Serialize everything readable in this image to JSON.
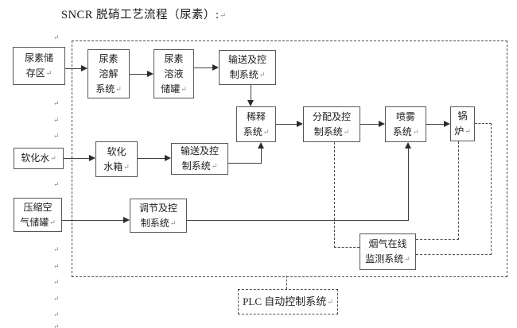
{
  "meta": {
    "return_mark": "↵"
  },
  "title": "SNCR 脱硝工艺流程（尿素）:",
  "diagram": {
    "boxes": {
      "urea_storage": {
        "label": "尿素储存区",
        "lines": [
          "尿素储",
          "存区"
        ]
      },
      "urea_dissolving": {
        "label": "尿素溶解系统",
        "lines": [
          "尿素",
          "溶解",
          "系统"
        ]
      },
      "urea_solution_tank": {
        "label": "尿素溶液储罐",
        "lines": [
          "尿素",
          "溶液",
          "储罐"
        ]
      },
      "transport_control_top": {
        "label": "输送及控制系统",
        "lines": [
          "输送及控",
          "制系统"
        ]
      },
      "dilution": {
        "label": "稀释系统",
        "lines": [
          "稀释",
          "系统"
        ]
      },
      "distribution_control": {
        "label": "分配及控制系统",
        "lines": [
          "分配及控",
          "制系统"
        ]
      },
      "spray": {
        "label": "喷雾系统",
        "lines": [
          "喷雾",
          "系统"
        ]
      },
      "boiler": {
        "label": "锅炉",
        "lines": [
          "锅",
          "炉"
        ]
      },
      "softened_water": {
        "label": "软化水",
        "lines": [
          "软化水"
        ]
      },
      "softened_water_tank": {
        "label": "软化水箱",
        "lines": [
          "软化",
          "水箱"
        ]
      },
      "transport_control_mid": {
        "label": "输送及控制系统",
        "lines": [
          "输送及控",
          "制系统"
        ]
      },
      "compressed_air_tank": {
        "label": "压缩空气储罐",
        "lines": [
          "压缩空",
          "气储罐"
        ]
      },
      "regulation_control": {
        "label": "调节及控制系统",
        "lines": [
          "调节及控",
          "制系统"
        ]
      },
      "flue_gas_monitoring": {
        "label": "烟气在线监测系统",
        "lines": [
          "烟气在线",
          "监测系统"
        ]
      },
      "plc": {
        "label": "PLC 自动控制系统",
        "lines": [
          "PLC 自动控制系统"
        ]
      }
    }
  }
}
